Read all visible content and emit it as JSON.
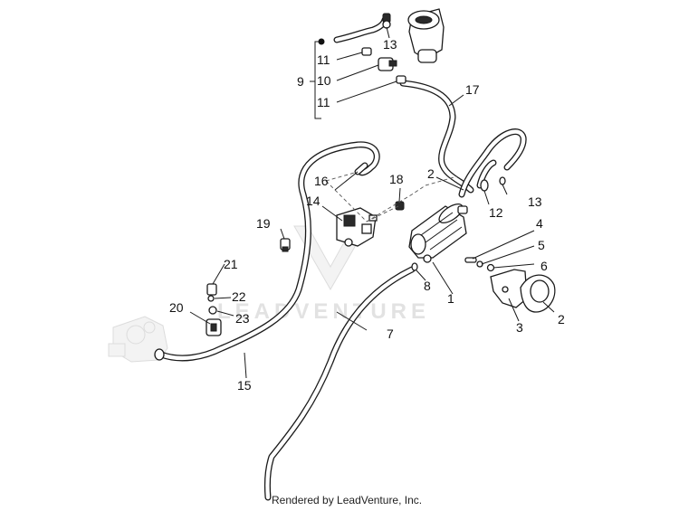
{
  "watermark": {
    "text": "LEADVENTURE"
  },
  "footer": {
    "text": "Rendered by LeadVenture, Inc."
  },
  "callouts": {
    "c1": "1",
    "c2a": "2",
    "c2b": "2",
    "c3": "3",
    "c4": "4",
    "c5": "5",
    "c6": "6",
    "c7": "7",
    "c8": "8",
    "c9": "9",
    "c10": "10",
    "c11a": "11",
    "c11b": "11",
    "c12": "12",
    "c13a": "13",
    "c13b": "13",
    "c14": "14",
    "c15": "15",
    "c16": "16",
    "c17": "17",
    "c18": "18",
    "c19": "19",
    "c20": "20",
    "c21": "21",
    "c22": "22",
    "c23": "23"
  }
}
